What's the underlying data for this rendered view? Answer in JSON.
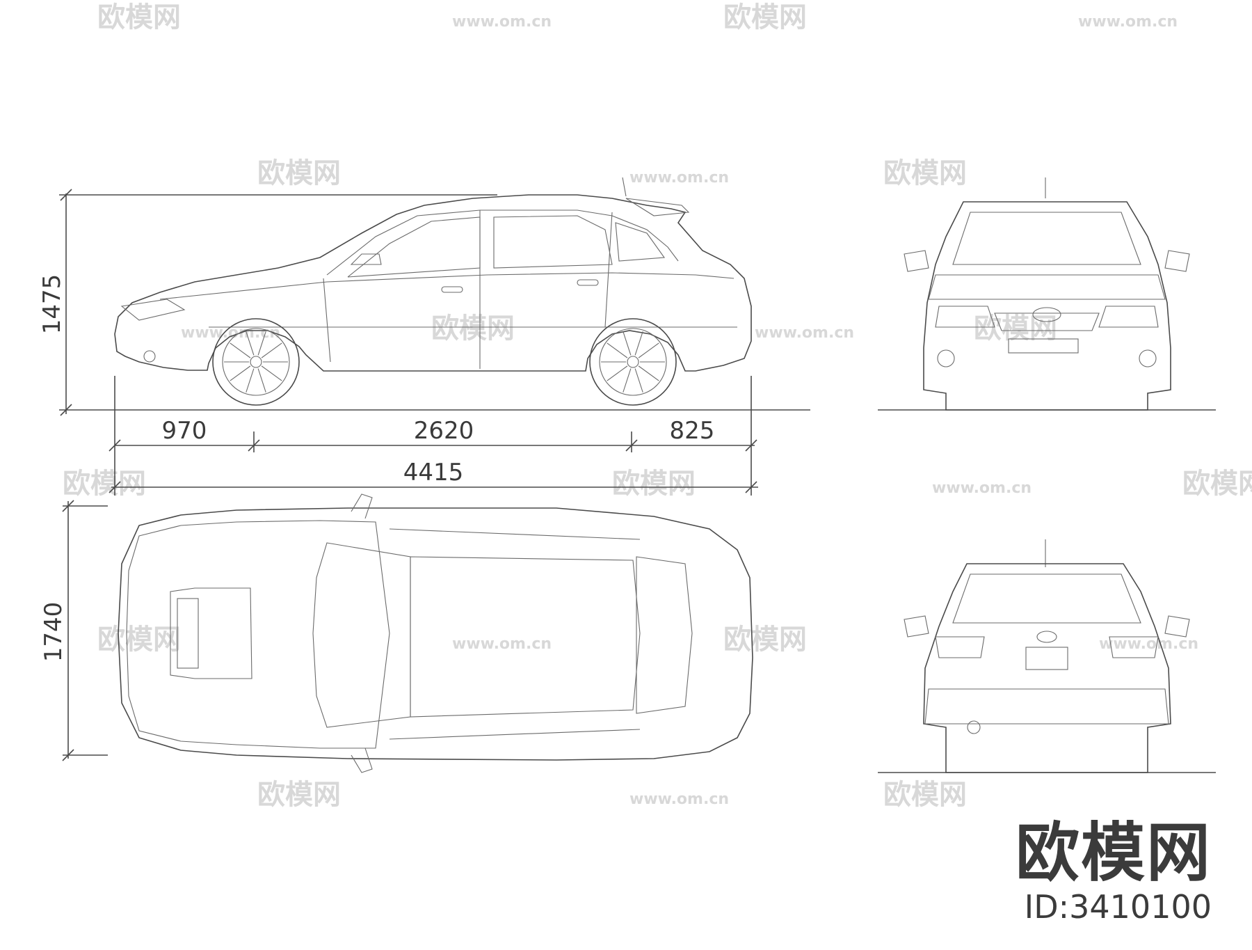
{
  "watermark": {
    "logo_text": "欧模网",
    "url_text": "www.om.cn"
  },
  "dimensions": {
    "height": "1475",
    "front_overhang": "970",
    "wheelbase": "2620",
    "rear_overhang": "825",
    "overall_length": "4415",
    "width": "1740"
  },
  "brand": {
    "name": "欧模网",
    "id": "ID:3410100"
  },
  "views": [
    "side-view",
    "top-view",
    "front-view",
    "rear-view"
  ]
}
